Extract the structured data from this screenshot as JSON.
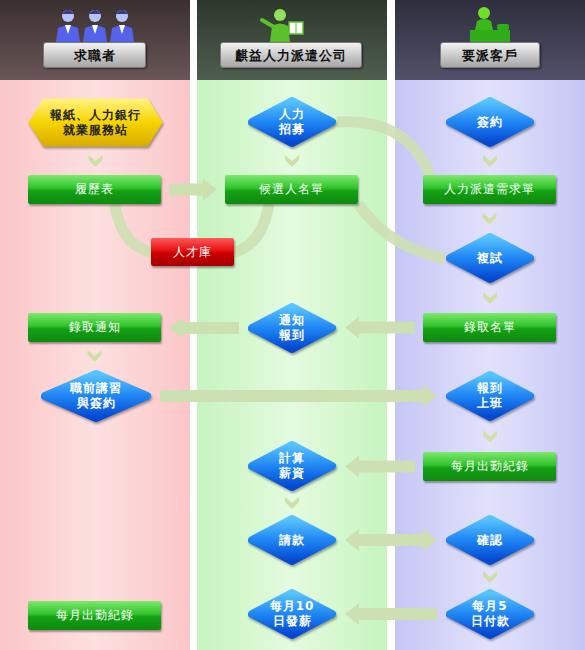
{
  "diagram": {
    "nodes": [
      {
        "text": [
          "求職者"
        ]
      },
      {
        "text": [
          "麒益人力派遣公司"
        ]
      },
      {
        "text": [
          "要派客戶"
        ]
      },
      {
        "text": [
          "報紙、人力銀行 就業服務站"
        ],
        "in": 0
      },
      {
        "text": [
          "人力 招募"
        ],
        "in": 1
      },
      {
        "text": [
          "簽約"
        ],
        "in": 2
      },
      {
        "text": [
          "履歷表"
        ],
        "in": 0
      },
      {
        "text": [
          "候選人名單"
        ],
        "in": 1
      },
      {
        "text": [
          "人力派遣需求單"
        ],
        "in": 2
      },
      {
        "text": [
          "人才庫"
        ]
      },
      {
        "text": [
          "複試"
        ],
        "in": 2
      },
      {
        "text": [
          "錄取通知"
        ],
        "in": 0
      },
      {
        "text": [
          "通知 報到"
        ],
        "in": 1
      },
      {
        "text": [
          "錄取名單"
        ],
        "in": 2
      },
      {
        "text": [
          "職前講習 與簽約"
        ],
        "in": 0
      },
      {
        "text": [
          "報到 上班"
        ],
        "in": 2
      },
      {
        "text": [
          "計算 薪資"
        ],
        "in": 1
      },
      {
        "text": [
          "每月出勤紀錄"
        ],
        "in": 2
      },
      {
        "text": [
          "請款"
        ],
        "in": 1
      },
      {
        "text": [
          "確認"
        ],
        "in": 2
      },
      {
        "text": [
          "每月出勤紀錄"
        ],
        "in": 0
      },
      {
        "text": [
          "每月10 日發薪"
        ],
        "in": 1
      },
      {
        "text": [
          "每月5 日付款"
        ],
        "in": 2
      }
    ],
    "edges": [
      {
        "from": 3,
        "to": 6,
        "arrow": "to"
      },
      {
        "from": 4,
        "to": 7,
        "arrow": "to"
      },
      {
        "from": 5,
        "to": 8,
        "arrow": "to"
      },
      {
        "from": 6,
        "to": 7,
        "arrow": "to"
      },
      {
        "from": 6,
        "to": 9,
        "arrow": "none"
      },
      {
        "from": 9,
        "to": 7,
        "arrow": "none"
      },
      {
        "from": 4,
        "to": 8,
        "arrow": "none"
      },
      {
        "from": 7,
        "to": 10,
        "arrow": "none"
      },
      {
        "from": 8,
        "to": 10,
        "arrow": "to"
      },
      {
        "from": 10,
        "to": 13,
        "arrow": "to"
      },
      {
        "from": 13,
        "to": 12,
        "arrow": "to"
      },
      {
        "from": 12,
        "to": 11,
        "arrow": "to"
      },
      {
        "from": 11,
        "to": 14,
        "arrow": "to"
      },
      {
        "from": 14,
        "to": 15,
        "arrow": "to"
      },
      {
        "from": 15,
        "to": 17,
        "arrow": "to"
      },
      {
        "from": 17,
        "to": 16,
        "arrow": "to"
      },
      {
        "from": 16,
        "to": 18,
        "arrow": "to"
      },
      {
        "from": 18,
        "to": 19,
        "arrow": "both"
      },
      {
        "from": 19,
        "to": 22,
        "arrow": "to"
      },
      {
        "from": 22,
        "to": 21,
        "arrow": "to"
      }
    ]
  }
}
